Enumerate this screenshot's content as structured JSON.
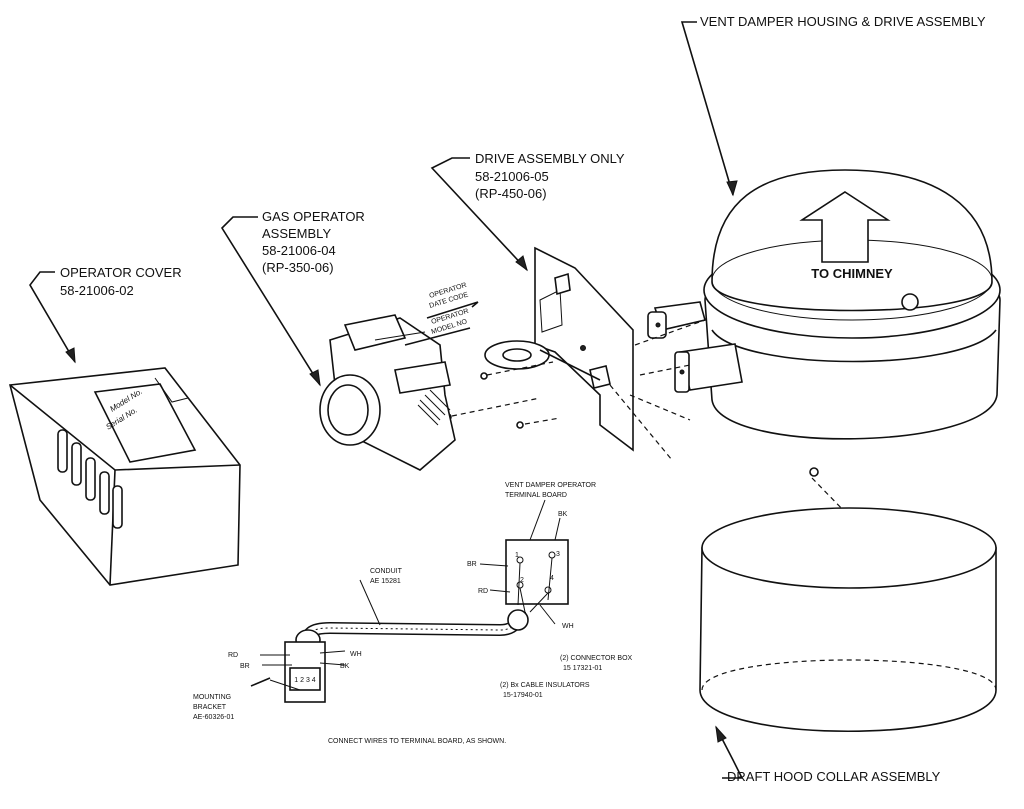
{
  "labels": {
    "vent_damper": "VENT DAMPER HOUSING & DRIVE ASSEMBLY",
    "drive_title": "DRIVE ASSEMBLY ONLY",
    "drive_pn": "58-21006-05",
    "drive_rp": "(RP-450-06)",
    "gas_op_1": "GAS OPERATOR",
    "gas_op_2": "ASSEMBLY",
    "gas_op_pn": "58-21006-04",
    "gas_op_rp": "(RP-350-06)",
    "op_cover": "OPERATOR COVER",
    "op_cover_pn": "58-21006-02",
    "to_chimney": "TO CHIMNEY",
    "date_code_1": "OPERATOR",
    "date_code_2": "DATE CODE",
    "model_no_1": "OPERATOR",
    "model_no_2": "MODEL NO",
    "terminal_1": "VENT DAMPER OPERATOR",
    "terminal_2": "TERMINAL BOARD",
    "conduit_1": "CONDUIT",
    "conduit_2": "AE 15281",
    "connector_1": "(2) CONNECTOR  BOX",
    "connector_2": "15 17321-01",
    "bx_1": "(2) Bx CABLE INSULATORS",
    "bx_2": "15-17940-01",
    "mount_1": "MOUNTING",
    "mount_2": "BRACKET",
    "mount_3": "AE-60326-01",
    "connect_note": "CONNECT WIRES TO TERMINAL BOARD, AS SHOWN.",
    "draft_hood": "DRAFT HOOD COLLAR ASSEMBLY",
    "cover_model": "Model No.",
    "cover_serial": "Serial No.",
    "tb_bk": "BK",
    "tb_br": "BR",
    "tb_rd": "RD",
    "tb_wh": "WH",
    "tb_n1": "1",
    "tb_n2": "2",
    "tb_n3": "3",
    "tb_n4": "4",
    "mb_rd": "RD",
    "mb_br": "BR",
    "mb_wh": "WH",
    "mb_bk": "BK",
    "mb_nums": "1 2 3 4"
  }
}
